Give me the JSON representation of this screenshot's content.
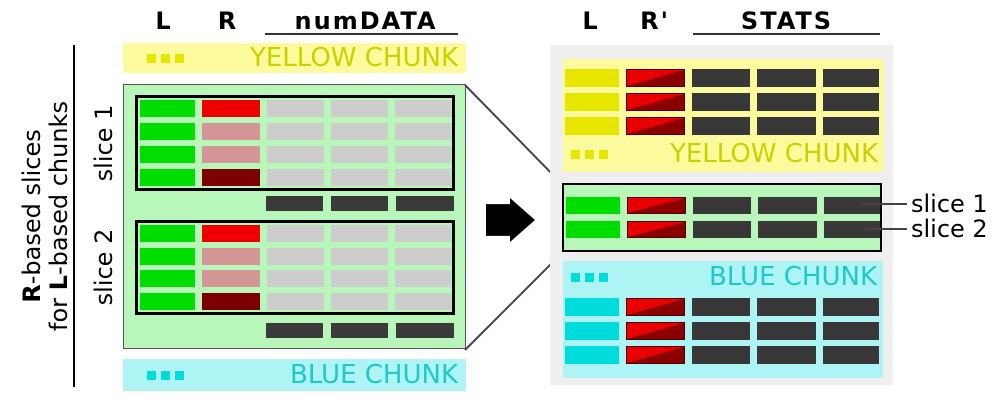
{
  "left_axis": {
    "line1_bold": "R",
    "line1_rest": "-based slices",
    "line2_pre": "for ",
    "line2_bold": "L",
    "line2_rest": "-based chunks"
  },
  "left_headers": {
    "l": "L",
    "r": "R",
    "num_data": "numDATA"
  },
  "right_headers": {
    "l": "L",
    "r_prime": "R'",
    "stats": "STATS"
  },
  "left_panel": {
    "yellow_chunk_label": "YELLOW CHUNK",
    "blue_chunk_label": "BLUE CHUNK",
    "slice1_label": "slice 1",
    "slice2_label": "slice 2",
    "ellipsis_icon": "ellipsis-dots"
  },
  "right_panel": {
    "yellow_chunk_label": "YELLOW CHUNK",
    "blue_chunk_label": "BLUE CHUNK",
    "slice1_label": "slice 1",
    "slice2_label": "slice 2",
    "ellipsis_icon": "ellipsis-dots"
  },
  "colors": {
    "light_yellow_bg": "#fbfb9e",
    "yellow_bar": "#e6e600",
    "yellow_text": "#cfcf00",
    "light_green_bg": "#b9f6b9",
    "green_bar": "#00dd00",
    "red_bar": "#ee0000",
    "pink_bar": "#d49595",
    "dark_red_bar": "#7c0000",
    "diag_red_light": "#ea0000",
    "diag_red_dark": "#8b0000",
    "gray_cell": "#cdcdcd",
    "dark_stat_bar": "#383838",
    "light_cyan_bg": "#aef4f4",
    "cyan_bar": "#00dcdc",
    "cyan_text": "#1fc9c9",
    "right_panel_bg": "#efefef",
    "arrow": "#000000"
  },
  "sections": {
    "left_slice": {
      "stat_color": "#cdcdcd",
      "stat_count": 3,
      "rows": [
        {
          "l": "#00dd00",
          "r": "#ee0000"
        },
        {
          "l": "#00dd00",
          "r": "#d49595"
        },
        {
          "l": "#00dd00",
          "r": "#d49595"
        },
        {
          "l": "#00dd00",
          "r": "#7c0000"
        }
      ]
    },
    "dark_triple": {
      "stat_color": "#3a3a3a",
      "stat_count": 3,
      "rows": [
        {}
      ]
    },
    "right_yellow": {
      "stat_color": "#383838",
      "stat_count": 3,
      "rows": [
        {
          "l": "#e6e600",
          "r": "diag"
        },
        {
          "l": "#e6e600",
          "r": "diag"
        },
        {
          "l": "#e6e600",
          "r": "diag"
        }
      ]
    },
    "right_green": {
      "stat_color": "#383838",
      "stat_count": 3,
      "rows": [
        {
          "l": "#00dd00",
          "r": "diag"
        },
        {
          "l": "#00dd00",
          "r": "diag"
        }
      ]
    },
    "right_blue": {
      "stat_color": "#383838",
      "stat_count": 3,
      "rows": [
        {
          "l": "#00dcdc",
          "r": "diag"
        },
        {
          "l": "#00dcdc",
          "r": "diag"
        },
        {
          "l": "#00dcdc",
          "r": "diag"
        }
      ]
    }
  }
}
